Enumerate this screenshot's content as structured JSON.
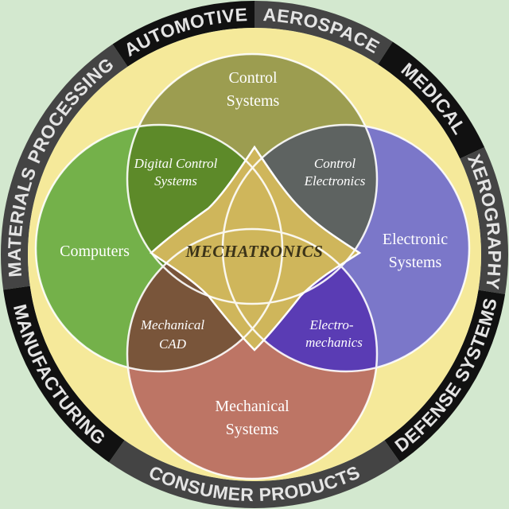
{
  "ring": [
    {
      "label": "MATERIALS PROCESSING",
      "tone": "gray"
    },
    {
      "label": "AUTOMOTIVE",
      "tone": "black"
    },
    {
      "label": "AEROSPACE",
      "tone": "gray"
    },
    {
      "label": "MEDICAL",
      "tone": "black"
    },
    {
      "label": "XEROGRAPHY",
      "tone": "gray"
    },
    {
      "label": "DEFENSE SYSTEMS",
      "tone": "black"
    },
    {
      "label": "CONSUMER PRODUCTS",
      "tone": "gray"
    },
    {
      "label": "MANUFACTURING",
      "tone": "black"
    }
  ],
  "circles": {
    "top": {
      "line1": "Control",
      "line2": "Systems"
    },
    "left": {
      "line1": "Computers"
    },
    "right": {
      "line1": "Electronic",
      "line2": "Systems"
    },
    "bottom": {
      "line1": "Mechanical",
      "line2": "Systems"
    }
  },
  "overlaps": {
    "top_left": {
      "line1": "Digital Control",
      "line2": "Systems"
    },
    "top_right": {
      "line1": "Control",
      "line2": "Electronics"
    },
    "bottom_left": {
      "line1": "Mechanical",
      "line2": "CAD"
    },
    "bottom_right": {
      "line1": "Electro-",
      "line2": "mechanics"
    }
  },
  "center": {
    "label": "MECHATRONICS"
  },
  "colors": {
    "background": "#d3e8cf",
    "inner_disc": "#f5e99a",
    "ring_black": "#111111",
    "ring_gray": "#444444",
    "top": "#9c9d50",
    "left": "#74b14a",
    "right": "#7b77c9",
    "bottom": "#bd7565",
    "top_left": "#5d8a29",
    "top_right": "#5e6361",
    "bottom_left": "#79553a",
    "bottom_right": "#5a3cb4",
    "center": "#cfb65b"
  }
}
